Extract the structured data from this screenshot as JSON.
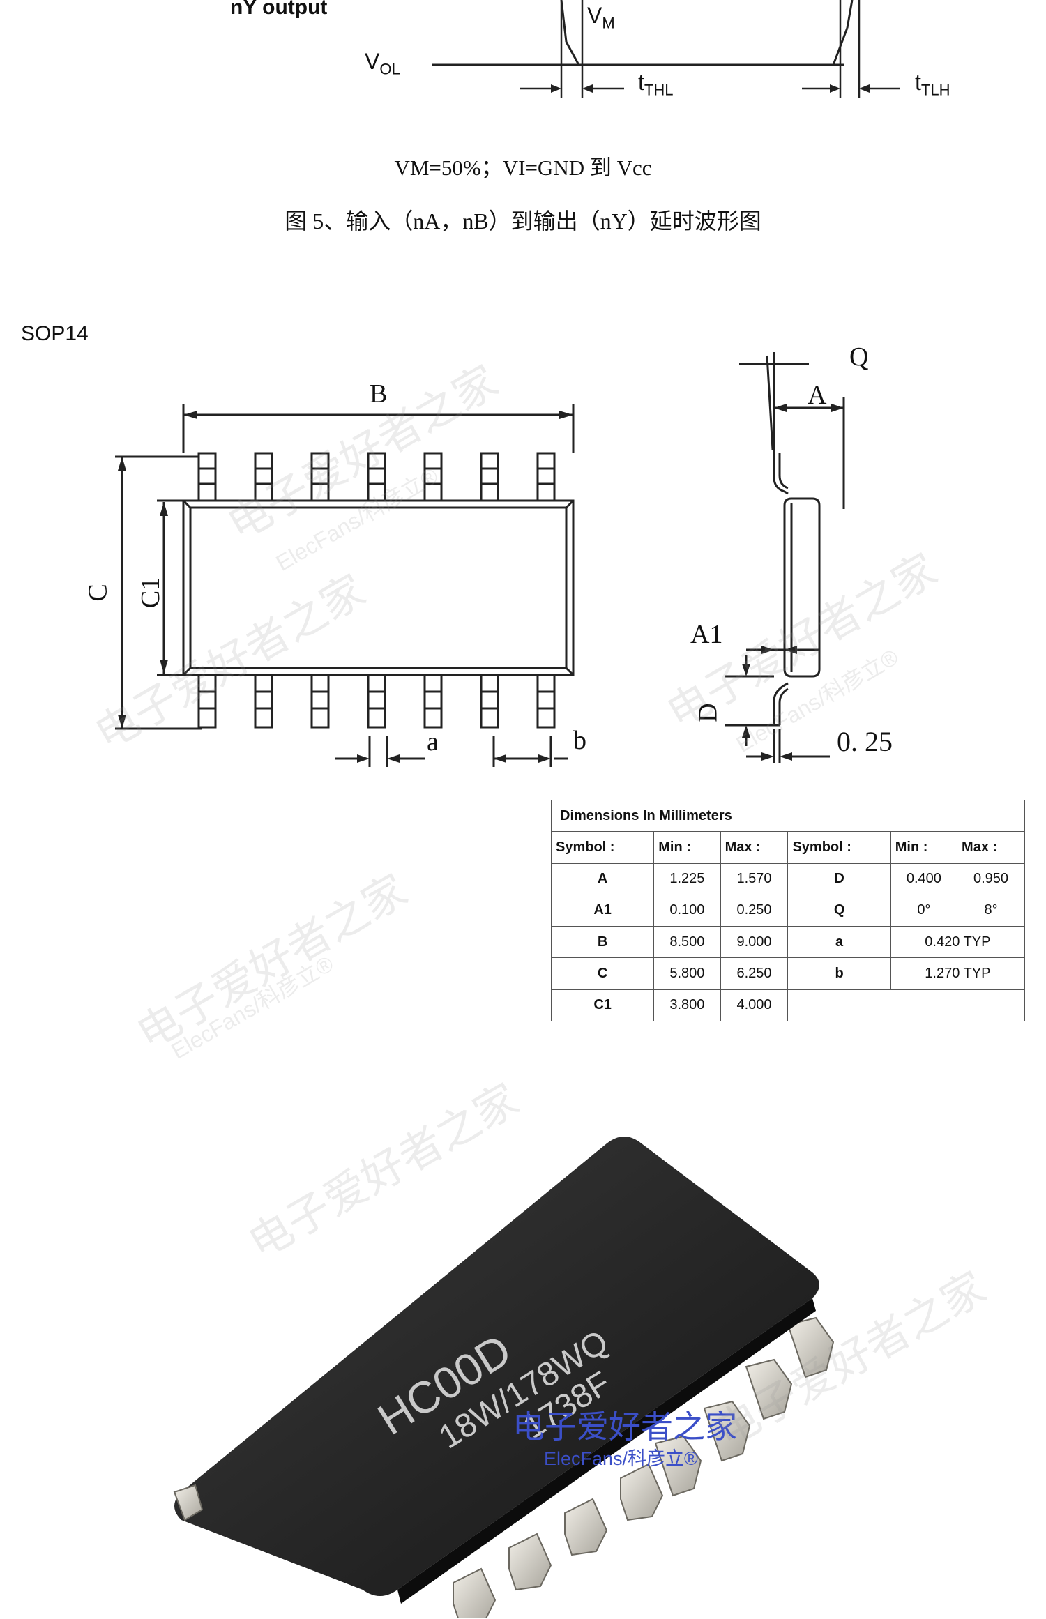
{
  "timing": {
    "label_output": "nY output",
    "label_vm": "V",
    "label_vm_sub": "M",
    "label_vol": "V",
    "label_vol_sub": "OL",
    "label_tthl": "t",
    "label_tthl_sub": "THL",
    "label_ttlh": "t",
    "label_ttlh_sub": "TLH"
  },
  "captions": {
    "condition": "VM=50%；VI=GND 到 Vcc",
    "figure": "图 5、输入（nA，nB）到输出（nY）延时波形图"
  },
  "package": {
    "name": "SOP14",
    "labels": {
      "B": "B",
      "C": "C",
      "C1": "C1",
      "a": "a",
      "b": "b",
      "Q": "Q",
      "A": "A",
      "A1": "A1",
      "D": "D",
      "lead": "0. 25"
    }
  },
  "table": {
    "title": "Dimensions In Millimeters",
    "headers": [
      "Symbol :",
      "Min :",
      "Max :",
      "Symbol :",
      "Min :",
      "Max :"
    ],
    "rows": [
      [
        "A",
        "1.225",
        "1.570",
        "D",
        "0.400",
        "0.950"
      ],
      [
        "A1",
        "0.100",
        "0.250",
        "Q",
        "0°",
        "8°"
      ],
      [
        "B",
        "8.500",
        "9.000",
        "a",
        "0.420 TYP",
        ""
      ],
      [
        "C",
        "5.800",
        "6.250",
        "b",
        "1.270 TYP",
        ""
      ],
      [
        "C1",
        "3.800",
        "4.000",
        "",
        "",
        ""
      ]
    ]
  },
  "photo": {
    "marking_line1": "HC00D",
    "marking_line2": "18W/178WQ",
    "marking_line3": "1738F",
    "brand": "电子爱好者之家",
    "brand_sub": "ElecFans/科彦立®"
  },
  "watermark": {
    "text": "电子爱好者之家",
    "sub": "ElecFans/科彦立®"
  }
}
